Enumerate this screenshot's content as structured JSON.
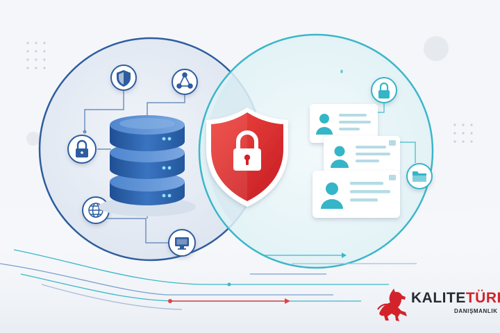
{
  "brand": {
    "name_part1": "KALITE",
    "name_part2": "TÜRK",
    "tagline": "DANIŞMANLIK"
  },
  "icons": {
    "left_circle": [
      "shield-icon",
      "network-icon",
      "lock-icon",
      "database-icon",
      "globe-icon",
      "monitor-icon"
    ],
    "center": [
      "shield-lock-icon"
    ],
    "right_circle": [
      "lock-icon",
      "user-card-icon",
      "user-card-icon",
      "user-card-icon",
      "folder-icon"
    ],
    "brand": [
      "horse-logo-icon"
    ]
  },
  "colors": {
    "background": "#f4f6f9",
    "left_circle_stroke": "#2d5d9f",
    "left_circle_fill": "#e6ecf5",
    "right_circle_stroke": "#3bb6c9",
    "right_circle_fill": "#e7f5f8",
    "database_blue": "#2f66b0",
    "shield_red": "#e02b2f",
    "card_accent": "#35b5c8",
    "brand_red": "#d2232a",
    "brand_dark": "#262a33"
  }
}
